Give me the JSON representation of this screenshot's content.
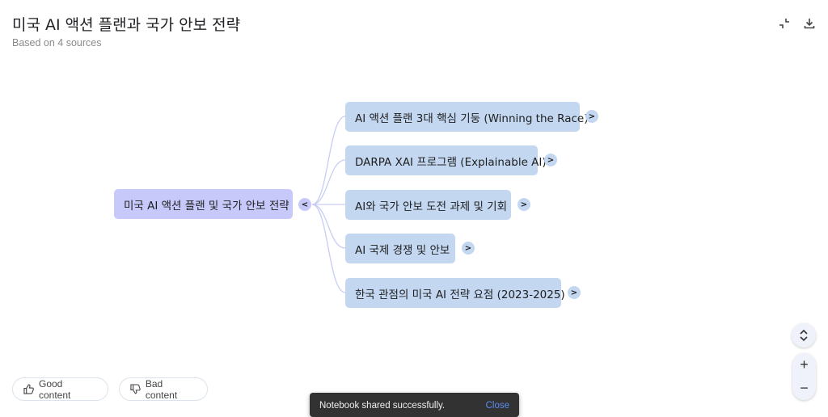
{
  "header": {
    "title": "미국 AI 액션 플랜과 국가 안보 전략",
    "subtitle": "Based on 4 sources"
  },
  "mindmap": {
    "root": {
      "label": "미국 AI 액션 플랜 및 국가 안보 전략",
      "toggle": "<"
    },
    "children": [
      {
        "label": "AI 액션 플랜 3대 핵심 기둥 (Winning the Race)",
        "toggle": ">"
      },
      {
        "label": "DARPA XAI 프로그램 (Explainable AI)",
        "toggle": ">"
      },
      {
        "label": "AI와 국가 안보 도전 과제 및 기회",
        "toggle": ">"
      },
      {
        "label": "AI 국제 경쟁 및 안보",
        "toggle": ">"
      },
      {
        "label": "한국 관점의 미국 AI 전략 요점 (2023-2025)",
        "toggle": ">"
      }
    ]
  },
  "feedback": {
    "good": "Good content",
    "bad": "Bad content"
  },
  "toast": {
    "message": "Notebook shared successfully.",
    "action": "Close"
  },
  "zoom": {
    "in": "+",
    "out": "−"
  },
  "colors": {
    "root": "#c8c9fb",
    "child": "#c3d7f1",
    "line": "#c7cdf3"
  }
}
